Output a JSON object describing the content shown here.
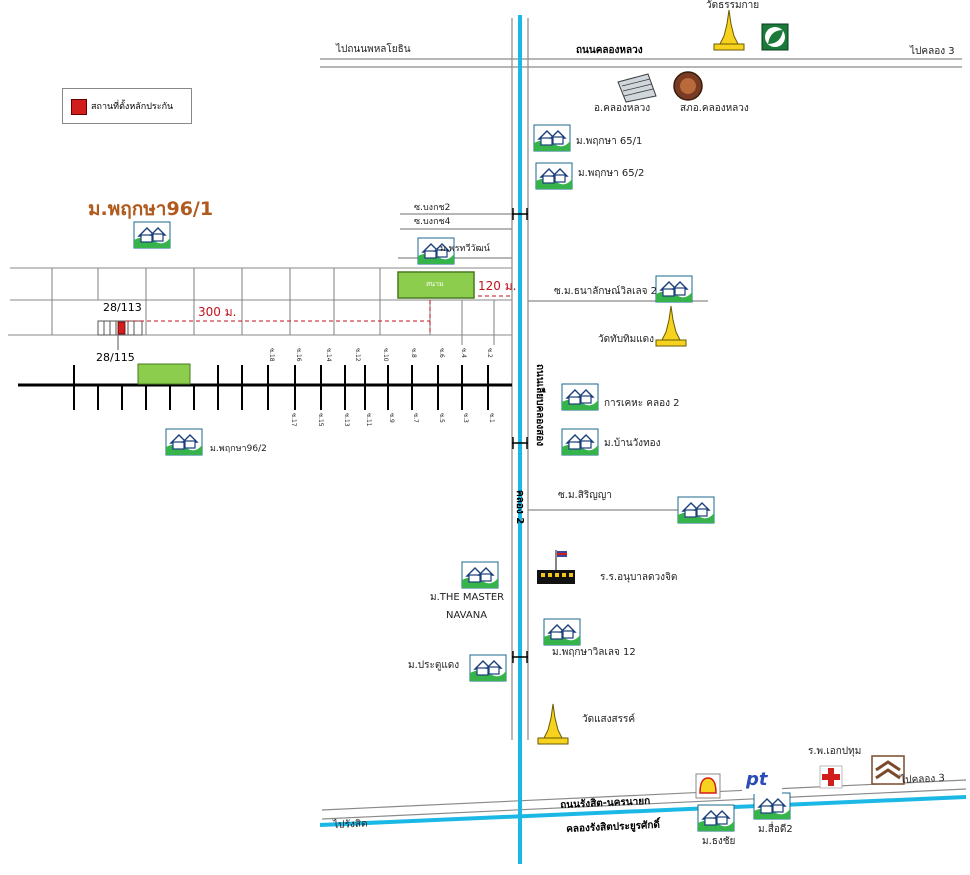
{
  "roads": {
    "top_road_name": "ถนนคลองหลวง",
    "top_road_left": "ไปถนนพหลโยธิน",
    "top_road_right": "ไปคลอง 3",
    "bottom_road_name": "ถนนรังสิต-นครนายก",
    "bottom_road_left": "ไปรังสิต",
    "bottom_road_right": "ไปคลอง 3",
    "bottom_canal_name": "คลองรังสิตประยูรศักดิ์",
    "vertical_road_name": "ถนนเลียบคลองสอง",
    "canal_name": "คลอง 2"
  },
  "legend": {
    "label": "สถานที่ตั้งหลักประกัน",
    "color": "#d21d1d"
  },
  "left_area": {
    "village_title": "ม.พฤกษา96/1",
    "village_2": "ม.พฤกษา96/2",
    "plot_a": "28/113",
    "plot_b": "28/115",
    "distance_1": "300 ม.",
    "distance_2": "120 ม.",
    "park_label": "สนาม",
    "soi_1": "ซ.บงกช2",
    "soi_2": "ซ.บงกช4",
    "village_porntip": "ม.พรทวีวัฒน์",
    "soi_top": [
      "ซ.18",
      "ซ.16",
      "ซ.14",
      "ซ.12",
      "ซ.10",
      "ซ.8",
      "ซ.6",
      "ซ.4",
      "ซ.2"
    ],
    "soi_bottom": [
      "ซ.17",
      "ซ.15",
      "ซ.13",
      "ซ.11",
      "ซ.9",
      "ซ.7",
      "ซ.5",
      "ซ.3",
      "ซ.1"
    ]
  },
  "places": {
    "wat_thammakai": "วัดธรรมกาย",
    "amphoe": "อ.คลองหลวง",
    "sao": "สภอ.คลองหลวง",
    "pruksa_65_1": "ม.พฤกษา 65/1",
    "pruksa_65_2": "ม.พฤกษา 65/2",
    "soi_thanalak": "ซ.ม.ธนาลักษณ์วิลเลจ 2",
    "wat_thap_thim": "วัดทับทิมแดง",
    "housing_klong2": "การเคหะ คลอง 2",
    "ban_wang_thong": "ม.บ้านวังทอง",
    "soi_sirinya": "ซ.ม.สิริญญา",
    "school": "ร.ร.อนุบาลดวงจิต",
    "master_line1": "ม.THE MASTER",
    "master_line2": "NAVANA",
    "pruksa_village_12": "ม.พฤกษาวิลเลจ 12",
    "pratu_daeng": "ม.ประตูแดง",
    "wat_saeng_san": "วัดแสงสรรค์",
    "hospital": "ร.พ.เอกปทุม",
    "thong_chai": "ม.ธงชัย",
    "sue_dee": "ม.สื่อดี2",
    "ptt_text": "pt"
  },
  "colors": {
    "canal": "#1bb8e6",
    "road": "#8a8a8a",
    "park": "#8ccd4e",
    "marker": "#d21d1d",
    "pagoda": "#f7d31f",
    "distance": "#c0121c"
  }
}
